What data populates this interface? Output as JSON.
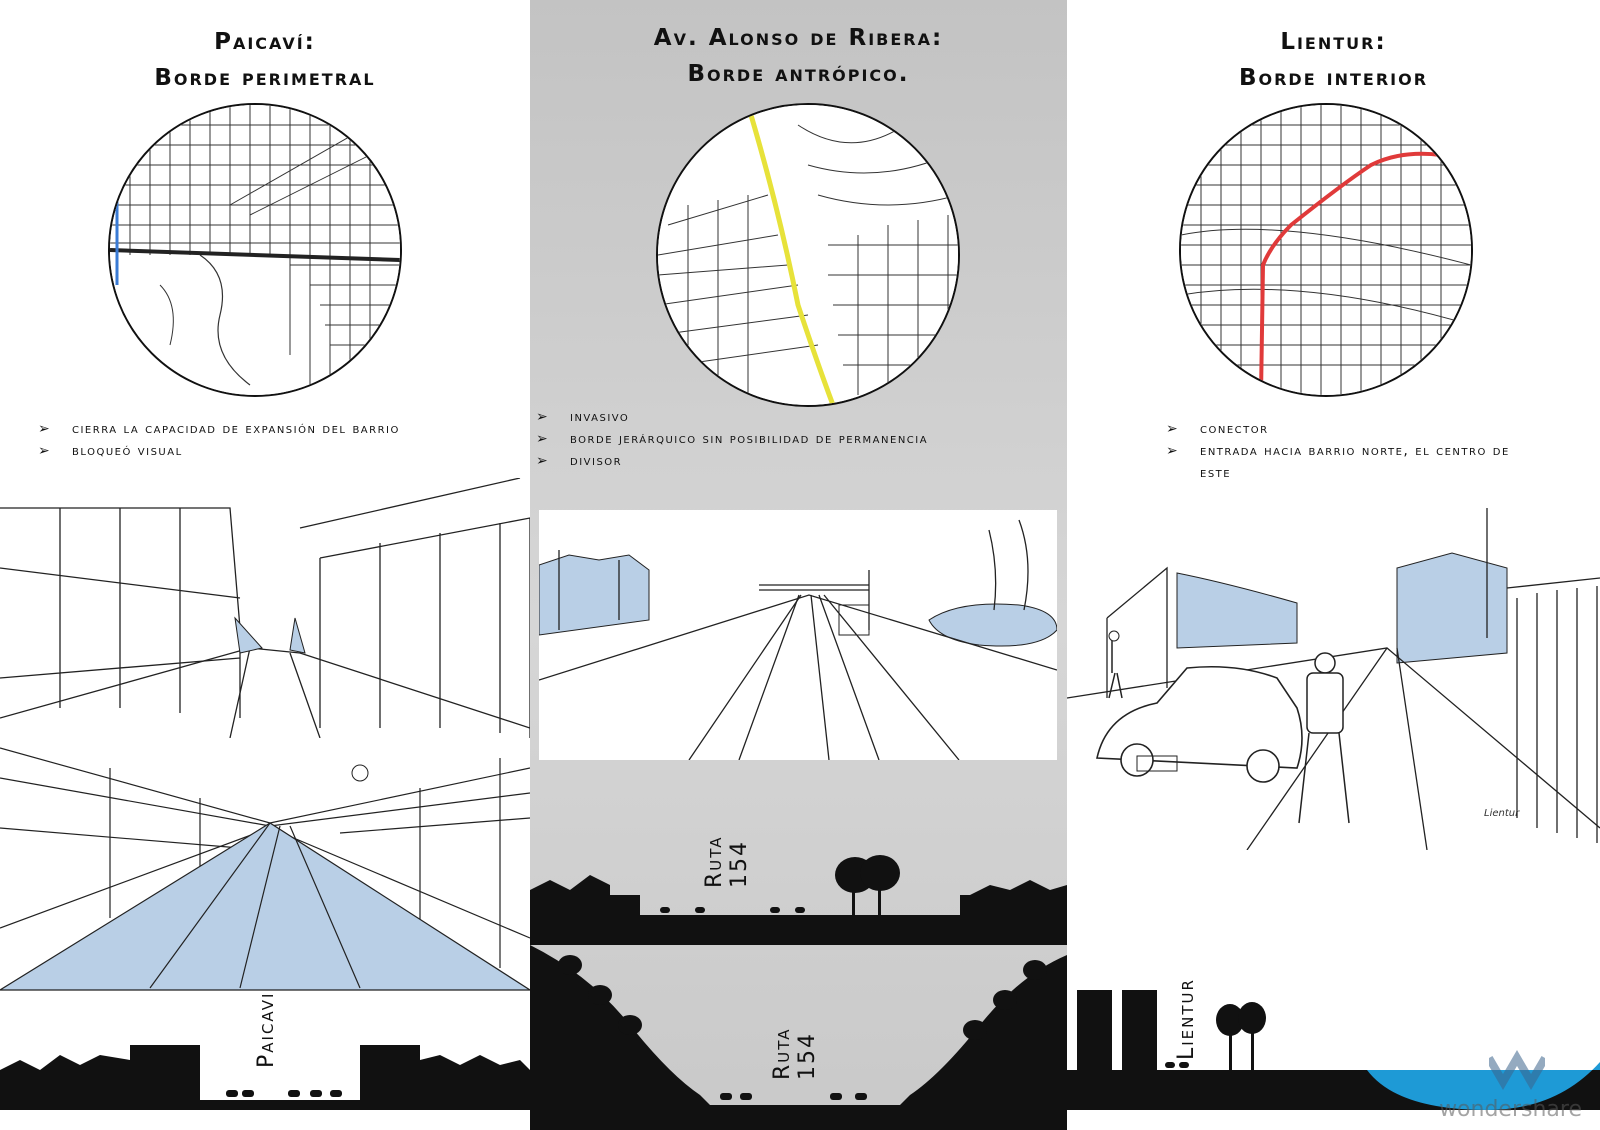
{
  "columns": {
    "left": {
      "title_line1": "Paicaví:",
      "title_line2": "Borde perimetral",
      "bullets": [
        "cierra la capacidad de expansión  del barrio",
        "bloqueó visual"
      ],
      "section_label": "Paicavi"
    },
    "middle": {
      "title_line1": "Av. Alonso de Ribera:",
      "title_line2": "Borde antrópico.",
      "bullets": [
        "invasivo",
        "borde jerárquico sin posibilidad de permanencia",
        "divisor"
      ],
      "section1_label_a": "Ruta",
      "section1_label_b": "154",
      "section2_label_a": "Ruta",
      "section2_label_b": "154"
    },
    "right": {
      "title_line1": "Lientur:",
      "title_line2": "Borde interior",
      "bullets": [
        "conector",
        " entrada hacia barrio norte, el centro de este"
      ],
      "sketch_signature": "Lientur",
      "section_label": "Lientur"
    }
  },
  "bullet_glyph": "➢",
  "watermark": "wondershare",
  "colors": {
    "sky_blue": "#b9cfe6",
    "water_blue": "#1e9ad6",
    "route_blue": "#3a7bd5",
    "route_yellow": "#e7e23a",
    "route_red": "#e03a3a",
    "silhouette": "#111111",
    "mid_background": "#c8c8c8"
  }
}
